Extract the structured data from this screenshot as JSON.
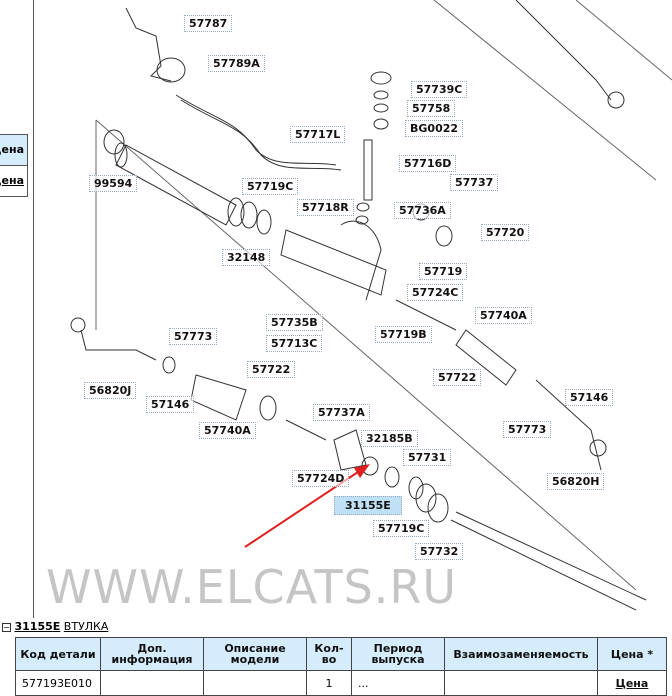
{
  "left_table": {
    "header": "Цена *",
    "cell": "Цена"
  },
  "watermark": "WWW.ELCATS.RU",
  "labels": [
    "57787",
    "57789A",
    "57739C",
    "57758",
    "BG0022",
    "57717L",
    "99594",
    "57716D",
    "57719C",
    "57737",
    "57718R",
    "57736A",
    "57720",
    "32148",
    "57719",
    "57724C",
    "57740A",
    "57735B",
    "57719B",
    "57773",
    "57713C",
    "57722",
    "56820J",
    "57722",
    "57146",
    "57146",
    "57740A",
    "57773",
    "57737A",
    "32185B",
    "57731",
    "57724D",
    "56820H",
    "31155E",
    "57719C",
    "57732"
  ],
  "selected_part": {
    "toggle": "−",
    "code": "31155E",
    "name": "ВТУЛКА"
  },
  "table": {
    "headers": [
      "Код детали",
      "Доп. информация",
      "Описание модели",
      "Кол-во",
      "Период выпуска",
      "Взаимозаменяемость",
      "Цена *"
    ],
    "rows": [
      [
        "577193E010",
        "",
        "",
        "1",
        "...",
        "",
        "Цена"
      ]
    ]
  },
  "colors": {
    "header_bg": "#d4ecfb",
    "selected_label_bg": "#bfe0f5",
    "arrow": "#e02020"
  }
}
